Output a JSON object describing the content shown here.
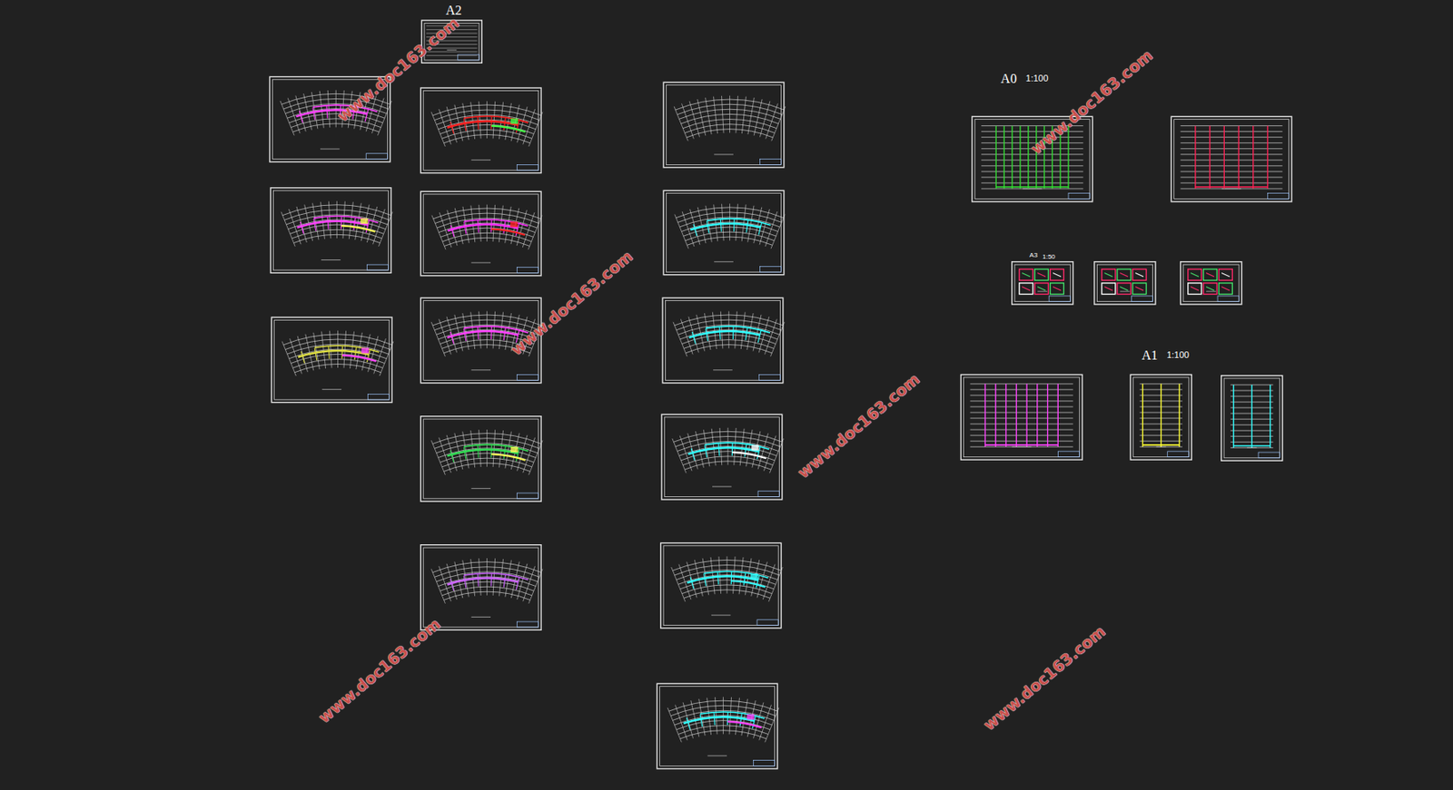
{
  "diagram": {
    "labels": [
      "A2",
      "A0",
      "1:100",
      "A3",
      "1:50",
      "A1",
      "1:100",
      "www.doc163.com",
      "www.doc163.com",
      "www.doc163.com",
      "www.doc163.com",
      "www.doc163.com",
      "www.doc163.com"
    ]
  }
}
